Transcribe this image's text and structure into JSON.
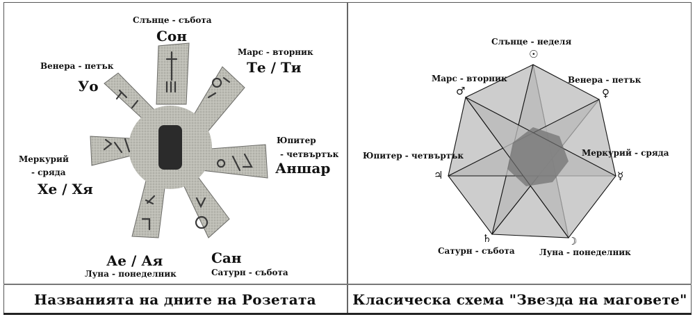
{
  "left_panel": {
    "caption": "Названията на дните на Розетата",
    "labels": {
      "sun": {
        "planet_day": "Слънце - събота",
        "name": "Сон"
      },
      "mars": {
        "planet_day": "Марс - вторник",
        "name": "Те / Ти"
      },
      "venus": {
        "planet_day": "Венера - петък",
        "name": "Уо"
      },
      "jupiter": {
        "planet": "Юпитер",
        "day": "- четвъртък",
        "name": "Аншар"
      },
      "mercury": {
        "planet": "Меркурий",
        "day": "- сряда",
        "name": "Хе / Хя"
      },
      "moon": {
        "name": "Ае / Ая",
        "planet_day": "Луна - понеделник"
      },
      "saturn": {
        "name": "Сан",
        "planet_day": "Сатурн - събота"
      }
    }
  },
  "right_panel": {
    "caption": "Класическа схема \"Звезда на маговете\"",
    "labels": {
      "sun": {
        "planet_day": "Слънце - неделя",
        "symbol": "☉"
      },
      "mars": {
        "planet_day": "Марс - вторник",
        "symbol": "♂"
      },
      "venus": {
        "planet_day": "Венера - петък",
        "symbol": "♀"
      },
      "jupiter": {
        "planet_day": "Юпитер - четвъртък",
        "symbol": "♃"
      },
      "mercury": {
        "planet_day": "Меркурий - сряда",
        "symbol": "☿"
      },
      "saturn": {
        "planet_day": "Сатурн - събота",
        "symbol": "♄"
      },
      "moon": {
        "planet_day": "Луна - понеделник",
        "symbol": "☽"
      }
    }
  },
  "colors": {
    "star_fill": "#bcbcbc",
    "star_overlap": "#8a8a8a",
    "star_center": "#6e6e6e",
    "stone": "#b8b8b0",
    "hole": "#2a2a2a",
    "border": "#555555"
  }
}
